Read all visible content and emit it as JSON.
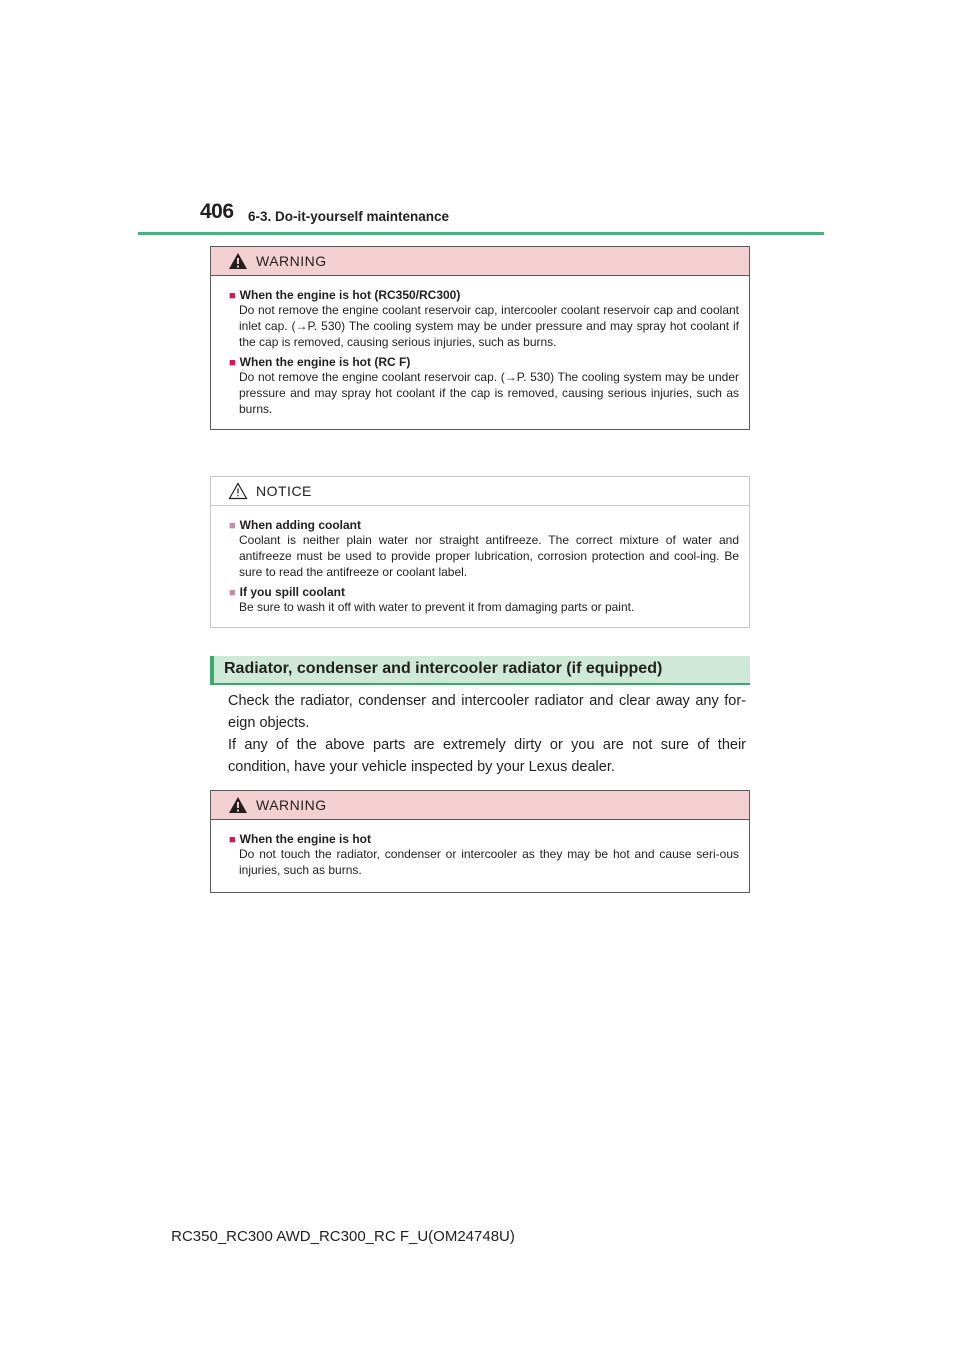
{
  "header": {
    "page_number": "406",
    "section": "6-3. Do-it-yourself maintenance"
  },
  "warning1": {
    "title": "WARNING",
    "items": [
      {
        "heading": "When the engine is hot (RC350/RC300)",
        "text": "Do not remove the engine coolant reservoir cap, intercooler coolant reservoir cap and coolant inlet cap. (→P. 530) The cooling system may be under pressure and may spray hot coolant if the cap is removed, causing serious injuries, such as burns."
      },
      {
        "heading": "When the engine is hot (RC F)",
        "text": "Do not remove the engine coolant reservoir cap. (→P. 530) The cooling system may be under pressure and may spray hot coolant if the cap is removed, causing serious injuries, such as burns."
      }
    ]
  },
  "notice": {
    "title": "NOTICE",
    "items": [
      {
        "heading": "When adding coolant",
        "text": "Coolant is neither plain water nor straight antifreeze. The correct mixture of water and antifreeze must be used to provide proper lubrication, corrosion protection and cool-ing. Be sure to read the antifreeze or coolant label."
      },
      {
        "heading": "If you spill coolant",
        "text": "Be sure to wash it off with water to prevent it from damaging parts or paint."
      }
    ]
  },
  "radiator": {
    "title": "Radiator, condenser and intercooler radiator (if equipped)",
    "para1": "Check the radiator, condenser and intercooler radiator and clear away any for-eign objects.",
    "para2": "If any of the above parts are extremely dirty or you are not sure of their condition, have your vehicle inspected by your Lexus dealer."
  },
  "warning2": {
    "title": "WARNING",
    "items": [
      {
        "heading": "When the engine is hot",
        "text": "Do not touch the radiator, condenser or intercooler as they may be hot and cause seri-ous injuries, such as burns."
      }
    ]
  },
  "footer": {
    "text": "RC350_RC300 AWD_RC300_RC F_U(OM24748U)"
  }
}
